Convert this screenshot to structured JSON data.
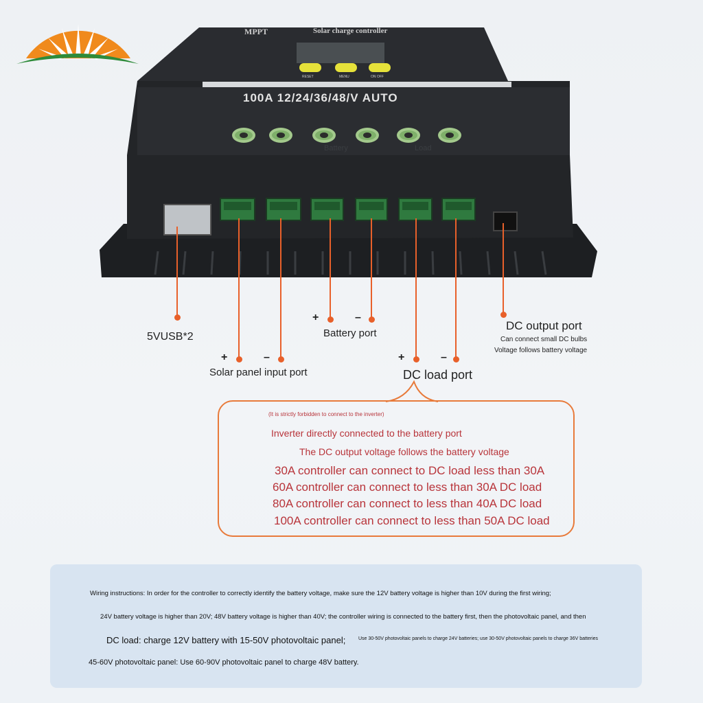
{
  "device": {
    "brand": "MPPT",
    "title": "Solar charge controller",
    "model_line": "100A 12/24/36/48/V AUTO",
    "buttons": [
      {
        "label": "RESET",
        "icon": "triangle-up-icon"
      },
      {
        "label": "MENU",
        "icon": "menu-icon"
      },
      {
        "label": "ON OFF",
        "icon": "triangle-down-icon"
      }
    ],
    "body_labels": [
      "Battery",
      "Load"
    ],
    "colors": {
      "body": "#26282b",
      "button": "#e6e23a",
      "terminal": "#2f7a3f",
      "accent": "#e8602a"
    }
  },
  "labels": {
    "usb": "5VUSB*2",
    "solar": "Solar panel input port",
    "battery": "Battery port",
    "dc_load": "DC load port",
    "dc_output": "DC output port",
    "dc_output_sub1": "Can connect small DC bulbs",
    "dc_output_sub2": "Voltage follows battery voltage",
    "plus": "+",
    "minus": "–"
  },
  "callout": {
    "warning": "(It is strictly forbidden to connect to the inverter)",
    "line1": "Inverter directly connected to the battery port",
    "line2": "The DC output voltage follows the battery voltage",
    "limits": [
      "30A controller can connect to DC load less than 30A",
      "60A controller can connect to less than 30A DC load",
      "80A controller can connect to less than 40A DC load",
      "100A controller can connect to less than 50A DC load"
    ]
  },
  "wiring": {
    "line1": "Wiring instructions: In order for the controller to correctly identify the battery voltage, make sure the 12V battery voltage is higher than 10V during the first wiring;",
    "line2": "24V battery voltage is higher than 20V; 48V battery voltage is higher than 40V; the controller wiring is connected to the battery first, then the photovoltaic panel, and then",
    "line3a": "DC load: charge 12V battery with 15-50V photovoltaic panel;",
    "line3b": "Use 30-50V photovoltaic panels to charge 24V batteries; use 30-50V photovoltaic panels to charge 36V batteries",
    "line4": "45-60V photovoltaic panel: Use 60-90V photovoltaic panel to charge 48V battery."
  }
}
